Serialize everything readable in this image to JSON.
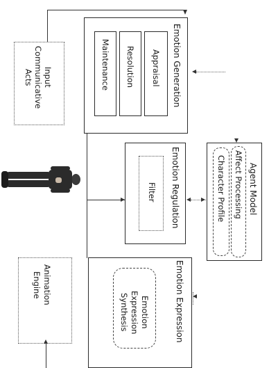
{
  "emotion_generation": {
    "title": "Emotion Generation",
    "stages": [
      "Appraisal",
      "Resolution",
      "Maintenance"
    ]
  },
  "input": {
    "label_lines": [
      "Input",
      "Communicative",
      "Acts"
    ]
  },
  "emotion_regulation": {
    "title": "Emotion Regulation",
    "filter": "Filter"
  },
  "agent_model": {
    "title": "Agent Model",
    "items": [
      "Affect Processing",
      "Character Profile"
    ]
  },
  "emotion_expression": {
    "title": "Emotion Expression",
    "synthesis_lines": [
      "Emotion",
      "Expression",
      "Synthesis"
    ]
  },
  "animation_engine": {
    "label_lines": [
      "Animation",
      "Engine"
    ]
  },
  "colors": {
    "line": "#2a2a2a",
    "figure": "#2b2b2b"
  },
  "icons": {
    "figure": "person-figure-icon"
  }
}
